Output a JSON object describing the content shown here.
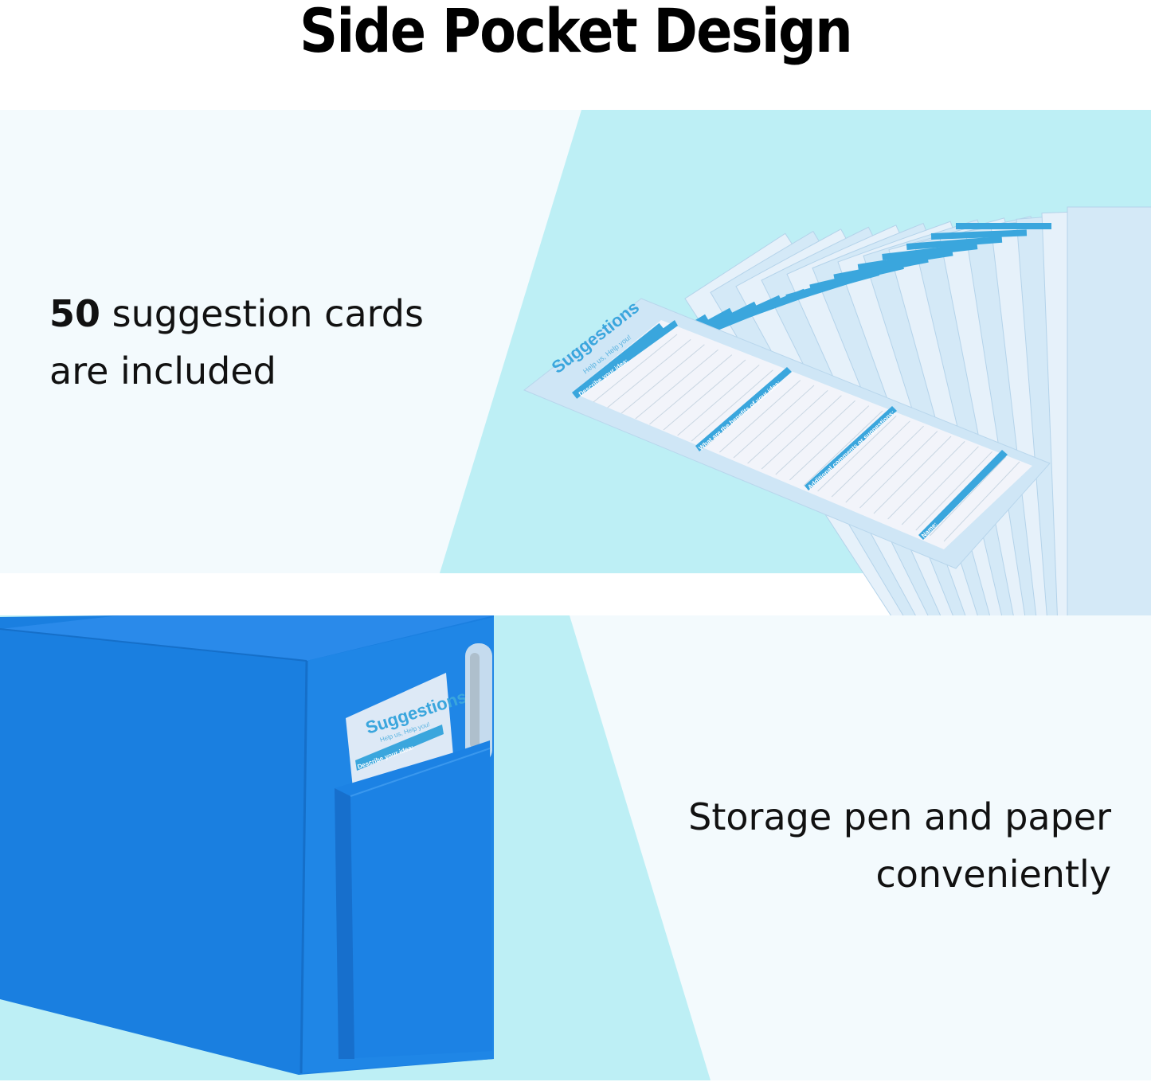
{
  "title": "Side Pocket Design",
  "top_panel": {
    "caption_number": "50",
    "caption_line1_rest": " suggestion cards",
    "caption_line2": "are included"
  },
  "bottom_panel": {
    "caption_line1": "Storage pen and paper",
    "caption_line2": "conveniently"
  },
  "card": {
    "heading": "Suggestions",
    "subheading": "Help us, Help you!",
    "field1": "Describe your idea:",
    "field2": "What are the benefits of your idea:",
    "field3": "Additional comments or suggestions:",
    "field4": "Name:"
  },
  "colors": {
    "panel_light": "#f3fafd",
    "panel_cyan": "#bdeff5",
    "box_blue": "#1a7fe0",
    "card_blue": "#3aa6dd",
    "card_bg": "#d4e9f7"
  }
}
